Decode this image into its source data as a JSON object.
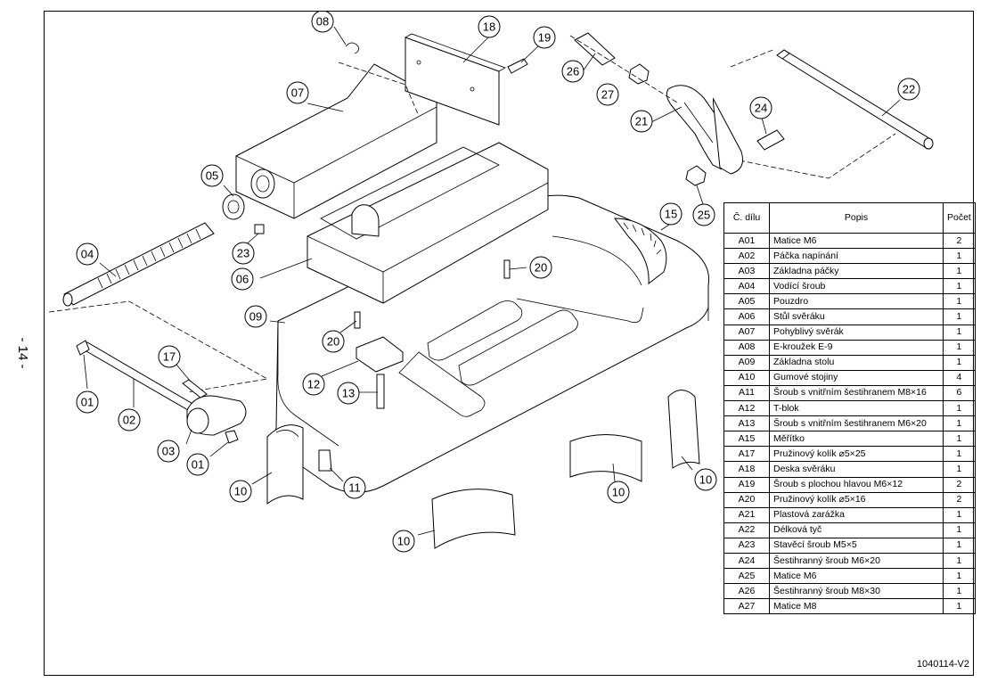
{
  "page_number": "- 14 -",
  "doc_code": "1040114-V2",
  "table": {
    "headers": {
      "code": "Č. dílu",
      "desc": "Popis",
      "qty": "Počet"
    },
    "rows": [
      {
        "code": "A01",
        "desc": "Matice M6",
        "qty": "2"
      },
      {
        "code": "A02",
        "desc": "Páčka napínání",
        "qty": "1"
      },
      {
        "code": "A03",
        "desc": "Základna páčky",
        "qty": "1"
      },
      {
        "code": "A04",
        "desc": "Vodící šroub",
        "qty": "1"
      },
      {
        "code": "A05",
        "desc": "Pouzdro",
        "qty": "1"
      },
      {
        "code": "A06",
        "desc": "Stůl svěráku",
        "qty": "1"
      },
      {
        "code": "A07",
        "desc": "Pohyblivý svěrák",
        "qty": "1"
      },
      {
        "code": "A08",
        "desc": "E-kroužek E-9",
        "qty": "1"
      },
      {
        "code": "A09",
        "desc": "Základna stolu",
        "qty": "1"
      },
      {
        "code": "A10",
        "desc": "Gumové stojiny",
        "qty": "4"
      },
      {
        "code": "A11",
        "desc": "Šroub s vnitřním šestihranem M8×16",
        "qty": "6"
      },
      {
        "code": "A12",
        "desc": "T-blok",
        "qty": "1"
      },
      {
        "code": "A13",
        "desc": "Šroub s vnitřním šestihranem M6×20",
        "qty": "1"
      },
      {
        "code": "A15",
        "desc": "Měřítko",
        "qty": "1"
      },
      {
        "code": "A17",
        "desc": "Pružinový kolík ⌀5×25",
        "qty": "1"
      },
      {
        "code": "A18",
        "desc": "Deska svěráku",
        "qty": "1"
      },
      {
        "code": "A19",
        "desc": "Šroub s plochou hlavou M6×12",
        "qty": "2"
      },
      {
        "code": "A20",
        "desc": "Pružinový kolík ⌀5×16",
        "qty": "2"
      },
      {
        "code": "A21",
        "desc": "Plastová zarážka",
        "qty": "1"
      },
      {
        "code": "A22",
        "desc": "Délková tyč",
        "qty": "1"
      },
      {
        "code": "A23",
        "desc": "Stavěcí šroub M5×5",
        "qty": "1"
      },
      {
        "code": "A24",
        "desc": "Šestihranný šroub M6×20",
        "qty": "1"
      },
      {
        "code": "A25",
        "desc": "Matice M6",
        "qty": "1"
      },
      {
        "code": "A26",
        "desc": "Šestihranný šroub M8×30",
        "qty": "1"
      },
      {
        "code": "A27",
        "desc": "Matice M8",
        "qty": "1"
      }
    ]
  },
  "callouts": {
    "c08": "08",
    "c18": "18",
    "c19": "19",
    "c26": "26",
    "c27": "27",
    "c22": "22",
    "c07": "07",
    "c21": "21",
    "c24": "24",
    "c05": "05",
    "c15": "15",
    "c25": "25",
    "c23": "23",
    "c04": "04",
    "c20a": "20",
    "c06": "06",
    "c09": "09",
    "c20b": "20",
    "c17": "17",
    "c12": "12",
    "c13": "13",
    "c01a": "01",
    "c02": "02",
    "c03": "03",
    "c01b": "01",
    "c11": "11",
    "c10a": "10",
    "c10b": "10",
    "c10c": "10",
    "c10d": "10"
  }
}
